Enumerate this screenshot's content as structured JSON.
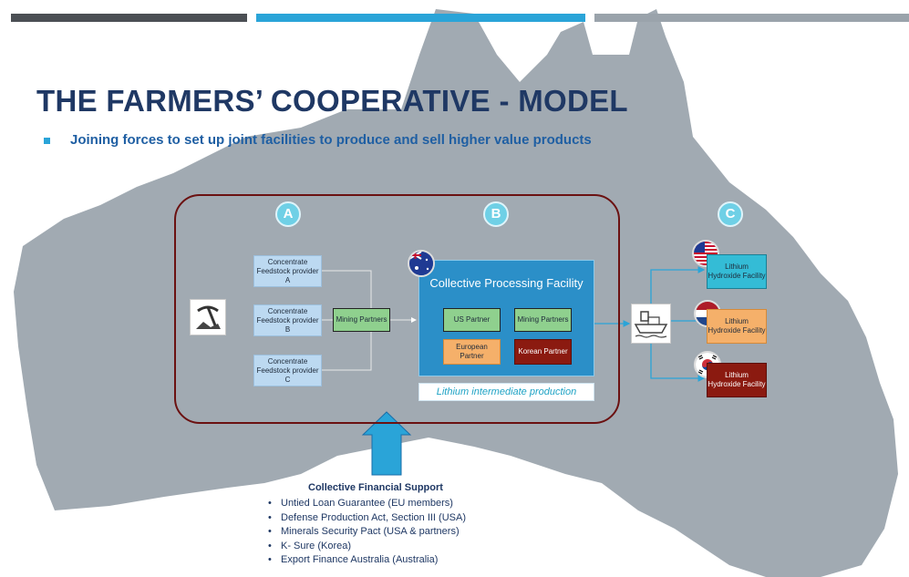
{
  "title": "THE FARMERS’ COOPERATIVE - MODEL",
  "subtitle": "Joining forces to set up joint facilities to produce and sell higher value products",
  "colors": {
    "bar1": "#4b4f54",
    "bar2": "#2aa4d8",
    "bar3": "#9aa3ab",
    "map": "#a1aab2",
    "frame": "#6b1111",
    "title": "#1f3864"
  },
  "stages": {
    "a": "A",
    "b": "B",
    "c": "C"
  },
  "icons": {
    "mining": "pickaxe-icon",
    "ship": "cargo-ship-icon",
    "australia_flag": "australia-flag-icon"
  },
  "providers": [
    "Concentrate Feedstock provider A",
    "Concentrate Feedstock provider B",
    "Concentrate Feedstock provider C"
  ],
  "mining_partners": "Mining Partners",
  "facility": {
    "title": "Collective Processing Facility",
    "partners": {
      "us": "US  Partner",
      "mining": "Mining Partners",
      "european": "European Partner",
      "korean": "Korean Partner"
    }
  },
  "lithium_intermediate": "Lithium intermediate production",
  "outputs": [
    {
      "label": "Lithium Hydroxide Facility",
      "flag": "usa-flag-icon",
      "color": "#34bcd6"
    },
    {
      "label": "Lithium Hydroxide Facility",
      "flag": "netherlands-flag-icon",
      "color": "#f5b06a"
    },
    {
      "label": "Lithium Hydroxide Facility",
      "flag": "korea-flag-icon",
      "color": "#8b1a10"
    }
  ],
  "support": {
    "title": "Collective Financial Support",
    "items": [
      "Untied Loan Guarantee (EU members)",
      "Defense Production Act, Section III (USA)",
      "Minerals Security Pact (USA & partners)",
      "K- Sure (Korea)",
      "Export Finance Australia (Australia)"
    ]
  }
}
